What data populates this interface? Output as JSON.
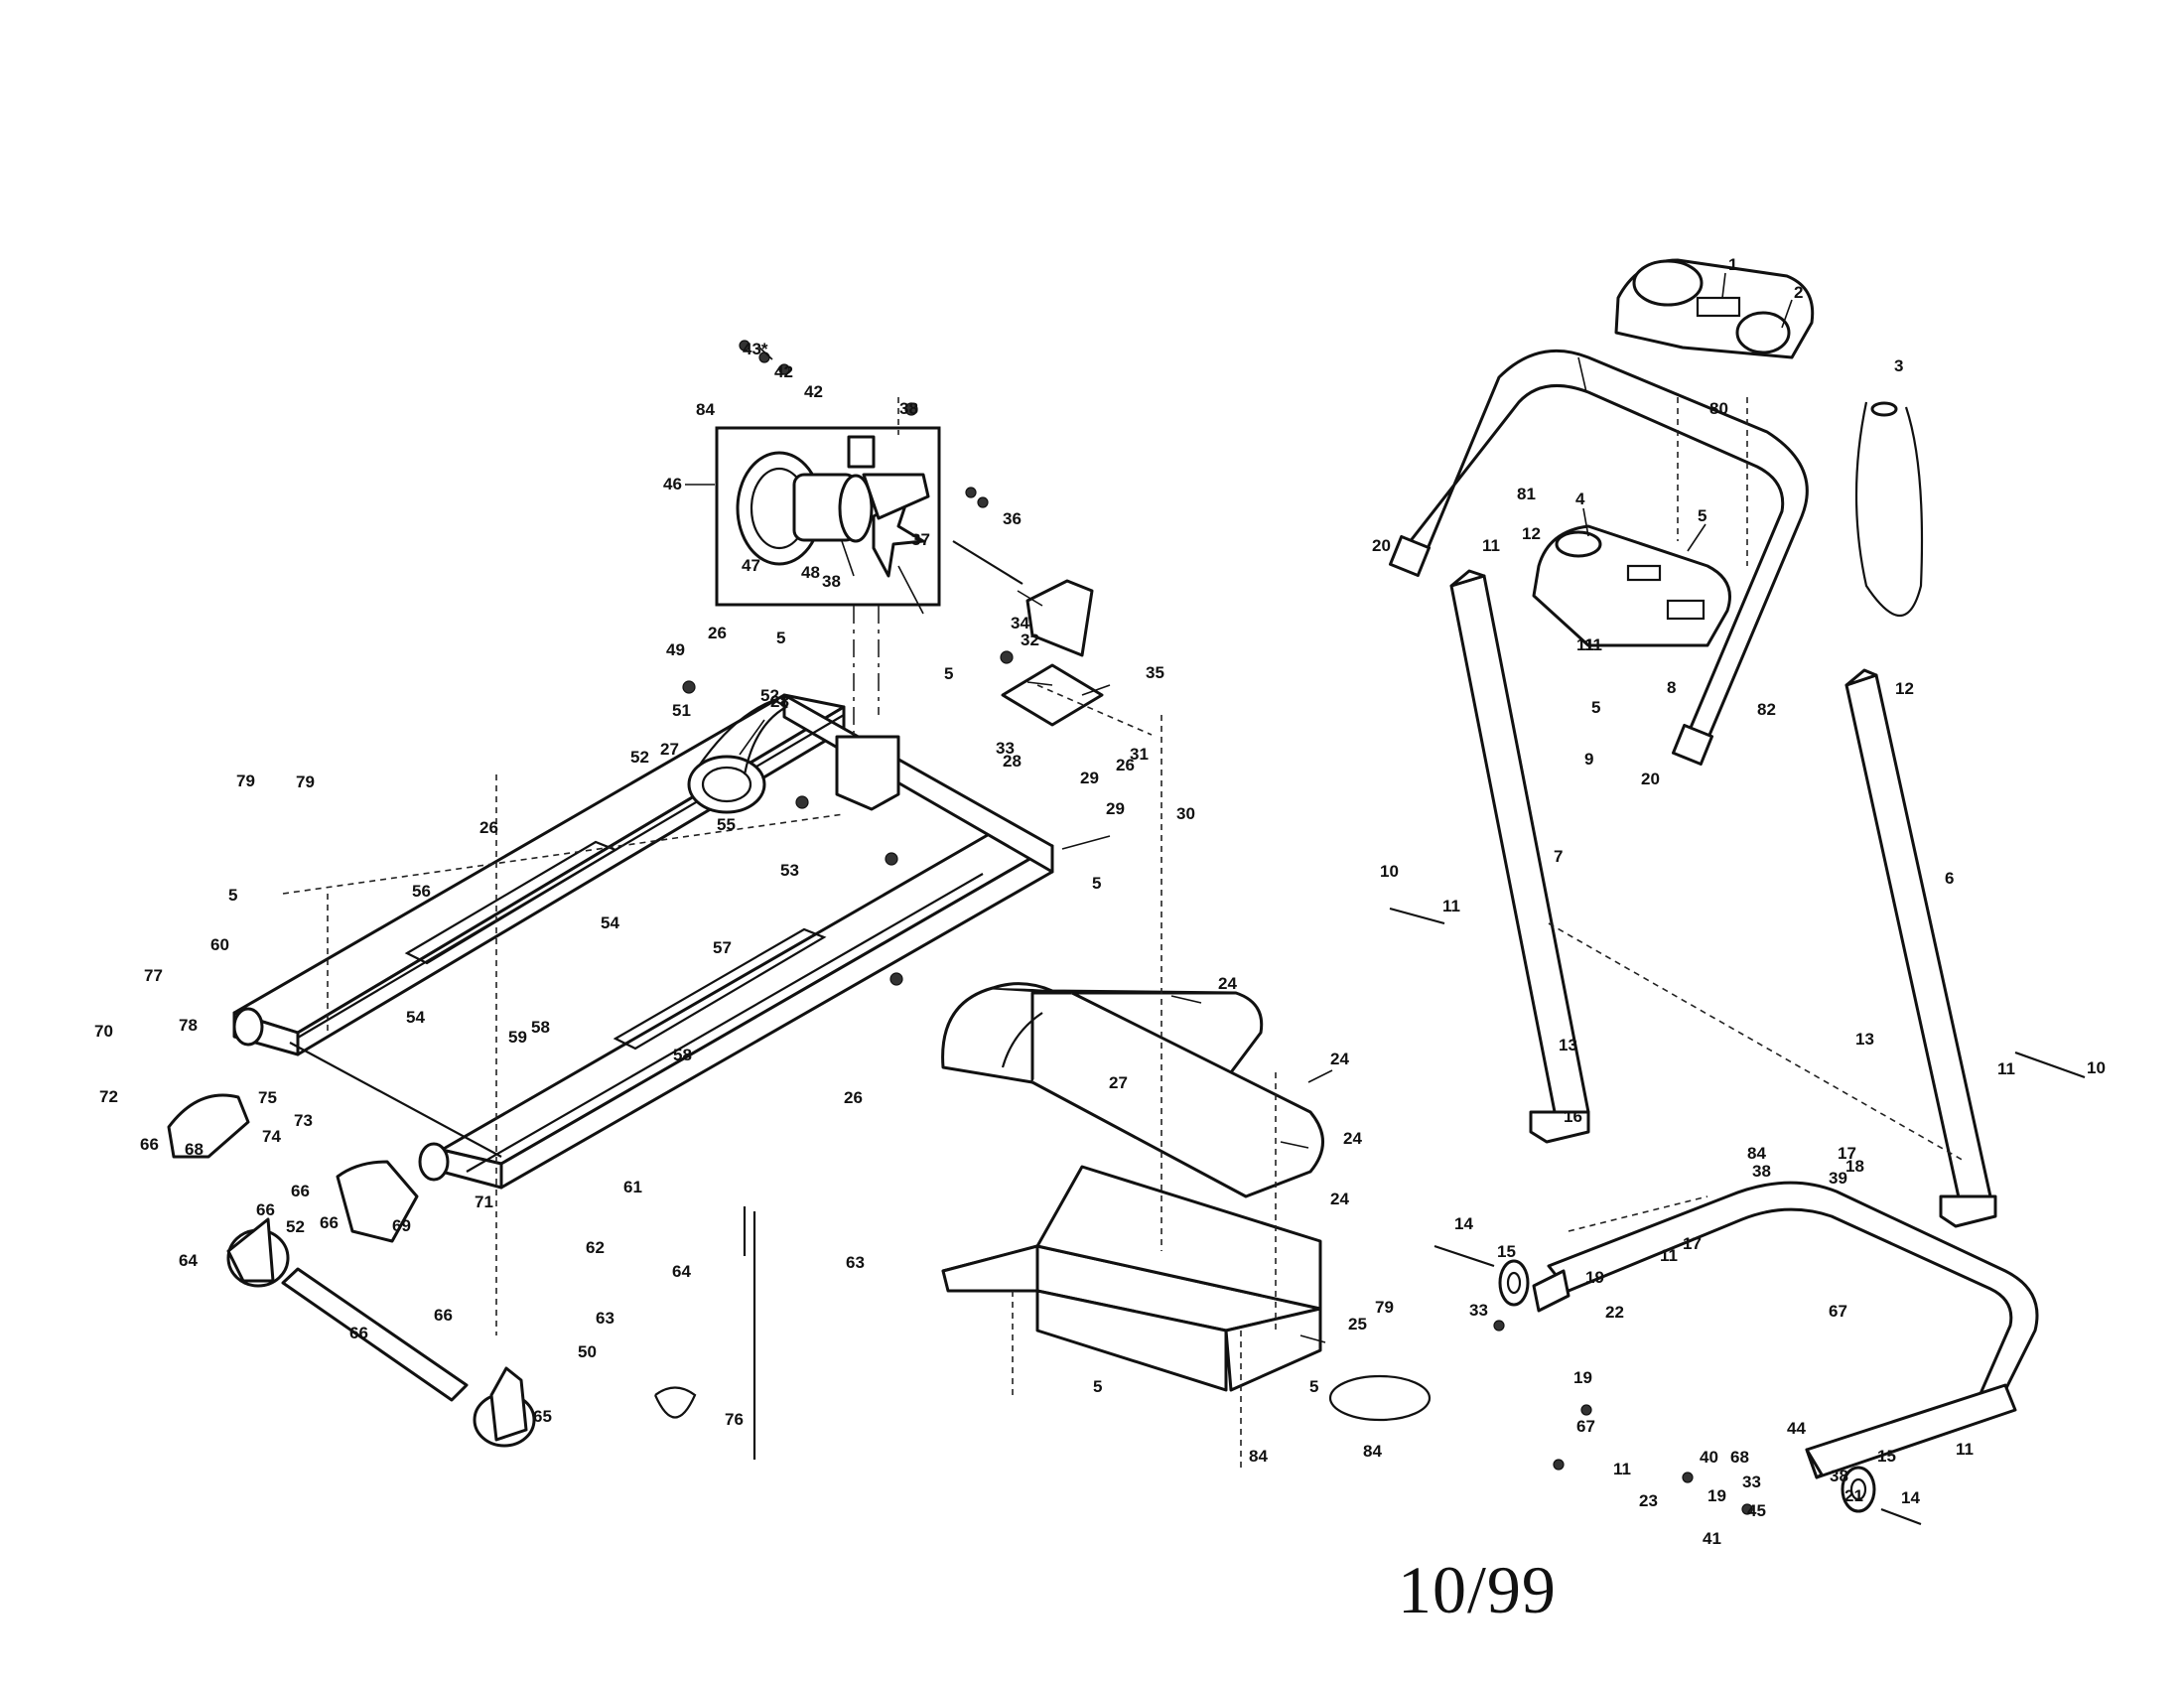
{
  "diagram": {
    "revision_date": "10/99",
    "callouts": [
      {
        "id": "c1",
        "label": "1"
      },
      {
        "id": "c2",
        "label": "2"
      },
      {
        "id": "c3",
        "label": "3"
      },
      {
        "id": "c4",
        "label": "4"
      },
      {
        "id": "c5a",
        "label": "5"
      },
      {
        "id": "c5b",
        "label": "5"
      },
      {
        "id": "c5c",
        "label": "5"
      },
      {
        "id": "c5d",
        "label": "5"
      },
      {
        "id": "c5e",
        "label": "5"
      },
      {
        "id": "c5f",
        "label": "5"
      },
      {
        "id": "c5g",
        "label": "5"
      },
      {
        "id": "c5h",
        "label": "5"
      },
      {
        "id": "c6",
        "label": "6"
      },
      {
        "id": "c7",
        "label": "7"
      },
      {
        "id": "c8",
        "label": "8"
      },
      {
        "id": "c9",
        "label": "9"
      },
      {
        "id": "c10a",
        "label": "10"
      },
      {
        "id": "c10b",
        "label": "10"
      },
      {
        "id": "c11a",
        "label": "11"
      },
      {
        "id": "c11b",
        "label": "11"
      },
      {
        "id": "c11c",
        "label": "11"
      },
      {
        "id": "c11d",
        "label": "11"
      },
      {
        "id": "c11e",
        "label": "11"
      },
      {
        "id": "c11f",
        "label": "11"
      },
      {
        "id": "c11g",
        "label": "11"
      },
      {
        "id": "c11h",
        "label": "11"
      },
      {
        "id": "c12a",
        "label": "12"
      },
      {
        "id": "c12b",
        "label": "12"
      },
      {
        "id": "c13a",
        "label": "13"
      },
      {
        "id": "c13b",
        "label": "13"
      },
      {
        "id": "c14a",
        "label": "14"
      },
      {
        "id": "c14b",
        "label": "14"
      },
      {
        "id": "c15a",
        "label": "15"
      },
      {
        "id": "c15b",
        "label": "15"
      },
      {
        "id": "c16",
        "label": "16"
      },
      {
        "id": "c17a",
        "label": "17"
      },
      {
        "id": "c17b",
        "label": "17"
      },
      {
        "id": "c18",
        "label": "18"
      },
      {
        "id": "c19a",
        "label": "19"
      },
      {
        "id": "c19b",
        "label": "19"
      },
      {
        "id": "c19c",
        "label": "19"
      },
      {
        "id": "c20a",
        "label": "20"
      },
      {
        "id": "c20b",
        "label": "20"
      },
      {
        "id": "c21",
        "label": "21"
      },
      {
        "id": "c22",
        "label": "22"
      },
      {
        "id": "c23",
        "label": "23"
      },
      {
        "id": "c24a",
        "label": "24"
      },
      {
        "id": "c24b",
        "label": "24"
      },
      {
        "id": "c24c",
        "label": "24"
      },
      {
        "id": "c24d",
        "label": "24"
      },
      {
        "id": "c25",
        "label": "25"
      },
      {
        "id": "c26a",
        "label": "26"
      },
      {
        "id": "c26b",
        "label": "26"
      },
      {
        "id": "c26c",
        "label": "26"
      },
      {
        "id": "c26d",
        "label": "26"
      },
      {
        "id": "c27a",
        "label": "27"
      },
      {
        "id": "c27b",
        "label": "27"
      },
      {
        "id": "c28a",
        "label": "28"
      },
      {
        "id": "c28b",
        "label": "28"
      },
      {
        "id": "c29a",
        "label": "29"
      },
      {
        "id": "c29b",
        "label": "29"
      },
      {
        "id": "c30",
        "label": "30"
      },
      {
        "id": "c31",
        "label": "31"
      },
      {
        "id": "c32",
        "label": "32"
      },
      {
        "id": "c33a",
        "label": "33"
      },
      {
        "id": "c33b",
        "label": "33"
      },
      {
        "id": "c33c",
        "label": "33"
      },
      {
        "id": "c34",
        "label": "34"
      },
      {
        "id": "c35",
        "label": "35"
      },
      {
        "id": "c36",
        "label": "36"
      },
      {
        "id": "c37",
        "label": "37"
      },
      {
        "id": "c38a",
        "label": "38"
      },
      {
        "id": "c38b",
        "label": "38"
      },
      {
        "id": "c38c",
        "label": "38"
      },
      {
        "id": "c38d",
        "label": "38"
      },
      {
        "id": "c39",
        "label": "39"
      },
      {
        "id": "c40",
        "label": "40"
      },
      {
        "id": "c41",
        "label": "41"
      },
      {
        "id": "c42a",
        "label": "42"
      },
      {
        "id": "c42b",
        "label": "42"
      },
      {
        "id": "c43",
        "label": "43*"
      },
      {
        "id": "c44",
        "label": "44"
      },
      {
        "id": "c45",
        "label": "45"
      },
      {
        "id": "c46",
        "label": "46"
      },
      {
        "id": "c47",
        "label": "47"
      },
      {
        "id": "c48",
        "label": "48"
      },
      {
        "id": "c49",
        "label": "49"
      },
      {
        "id": "c50",
        "label": "50"
      },
      {
        "id": "c51",
        "label": "51"
      },
      {
        "id": "c52a",
        "label": "52"
      },
      {
        "id": "c52b",
        "label": "52"
      },
      {
        "id": "c52c",
        "label": "52"
      },
      {
        "id": "c53",
        "label": "53"
      },
      {
        "id": "c54a",
        "label": "54"
      },
      {
        "id": "c54b",
        "label": "54"
      },
      {
        "id": "c55",
        "label": "55"
      },
      {
        "id": "c56",
        "label": "56"
      },
      {
        "id": "c57",
        "label": "57"
      },
      {
        "id": "c58a",
        "label": "58"
      },
      {
        "id": "c58b",
        "label": "58"
      },
      {
        "id": "c59",
        "label": "59"
      },
      {
        "id": "c60",
        "label": "60"
      },
      {
        "id": "c61",
        "label": "61"
      },
      {
        "id": "c62",
        "label": "62"
      },
      {
        "id": "c63a",
        "label": "63"
      },
      {
        "id": "c63b",
        "label": "63"
      },
      {
        "id": "c64a",
        "label": "64"
      },
      {
        "id": "c64b",
        "label": "64"
      },
      {
        "id": "c65",
        "label": "65"
      },
      {
        "id": "c66a",
        "label": "66"
      },
      {
        "id": "c66b",
        "label": "66"
      },
      {
        "id": "c66c",
        "label": "66"
      },
      {
        "id": "c66d",
        "label": "66"
      },
      {
        "id": "c66e",
        "label": "66"
      },
      {
        "id": "c66f",
        "label": "66"
      },
      {
        "id": "c67a",
        "label": "67"
      },
      {
        "id": "c67b",
        "label": "67"
      },
      {
        "id": "c68a",
        "label": "68"
      },
      {
        "id": "c68b",
        "label": "68"
      },
      {
        "id": "c69",
        "label": "69"
      },
      {
        "id": "c70",
        "label": "70"
      },
      {
        "id": "c71",
        "label": "71"
      },
      {
        "id": "c72",
        "label": "72"
      },
      {
        "id": "c73",
        "label": "73"
      },
      {
        "id": "c74",
        "label": "74"
      },
      {
        "id": "c75",
        "label": "75"
      },
      {
        "id": "c76",
        "label": "76"
      },
      {
        "id": "c77",
        "label": "77"
      },
      {
        "id": "c78",
        "label": "78"
      },
      {
        "id": "c79a",
        "label": "79"
      },
      {
        "id": "c79b",
        "label": "79"
      },
      {
        "id": "c79c",
        "label": "79"
      },
      {
        "id": "c80",
        "label": "80"
      },
      {
        "id": "c81",
        "label": "81"
      },
      {
        "id": "c82",
        "label": "82"
      },
      {
        "id": "c84a",
        "label": "84"
      },
      {
        "id": "c84b",
        "label": "84"
      },
      {
        "id": "c84c",
        "label": "84"
      },
      {
        "id": "c84d",
        "label": "84"
      }
    ]
  }
}
